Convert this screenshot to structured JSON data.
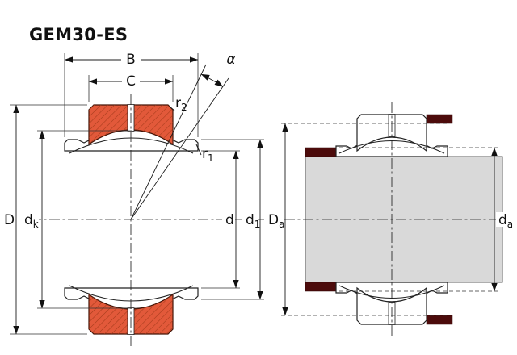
{
  "title": "GEM30-ES",
  "colors": {
    "bearing_orange": "#e2593a",
    "bearing_hatch": "#a33a1a",
    "bearing_outline": "#431508",
    "steel_gray": "#d9d9d9",
    "abutment_red": "#4c0b0b",
    "line": "#1c1c1c"
  },
  "left_view": {
    "dim_B": "B",
    "dim_C": "C",
    "dim_alpha": "α",
    "dim_r2": {
      "base": "r",
      "sub": "2"
    },
    "dim_r1": {
      "base": "r",
      "sub": "1"
    },
    "dim_D": "D",
    "dim_dk": {
      "base": "d",
      "sub": "k"
    },
    "dim_d": "d",
    "dim_d1": {
      "base": "d",
      "sub": "1"
    }
  },
  "right_view": {
    "dim_Da": {
      "base": "D",
      "sub": "a"
    },
    "dim_da": {
      "base": "d",
      "sub": "a"
    }
  }
}
